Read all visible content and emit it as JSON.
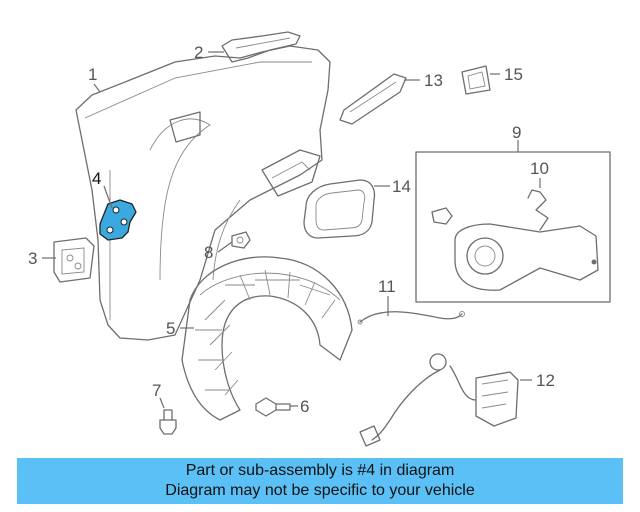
{
  "callouts": [
    "1",
    "2",
    "3",
    "4",
    "5",
    "6",
    "7",
    "8",
    "9",
    "10",
    "11",
    "12",
    "13",
    "14",
    "15"
  ],
  "highlight_color": "#3aa9e0",
  "banner": {
    "line1": "Part or sub-assembly is #4 in diagram",
    "line2": "Diagram may not be specific to your vehicle",
    "background": "#5bc0f5"
  }
}
